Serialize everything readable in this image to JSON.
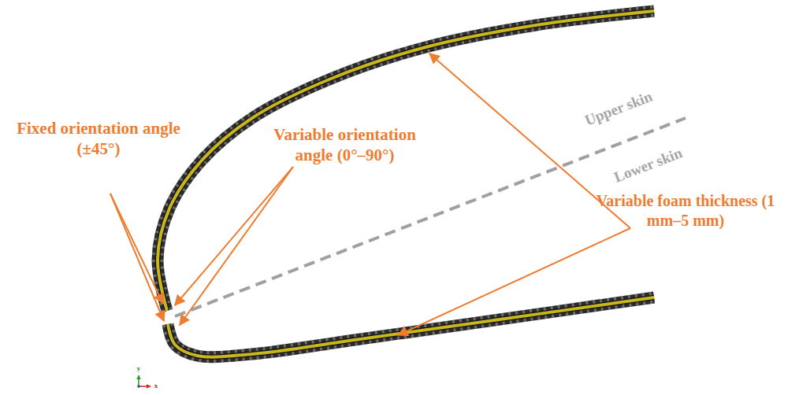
{
  "diagram": {
    "labels": [
      "Fixed orientation angle (±45°)",
      "Variable orientation angle (0°–90°)",
      "Variable foam thickness (1 mm–5 mm)",
      "Upper skin",
      "Lower skin",
      "y",
      "x"
    ]
  }
}
